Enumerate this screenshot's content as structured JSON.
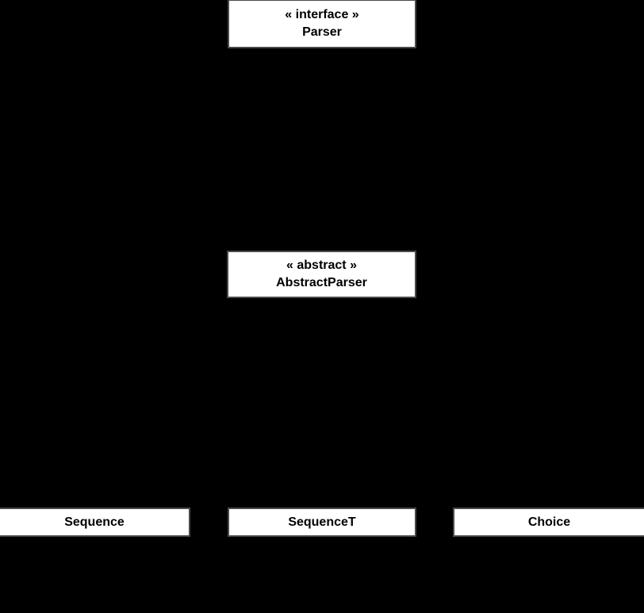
{
  "diagram": {
    "type": "uml-class-diagram",
    "colors": {
      "background": "#000000",
      "node_fill": "#ffffff",
      "node_border": "#4a4a4a",
      "text": "#000000"
    },
    "nodes": [
      {
        "id": "parser",
        "stereotype": "« interface »",
        "name": "Parser"
      },
      {
        "id": "abstract-parser",
        "stereotype": "« abstract »",
        "name": "AbstractParser"
      },
      {
        "id": "sequence",
        "name": "Sequence"
      },
      {
        "id": "sequencet",
        "name": "SequenceT"
      },
      {
        "id": "choice",
        "name": "Choice"
      }
    ]
  }
}
